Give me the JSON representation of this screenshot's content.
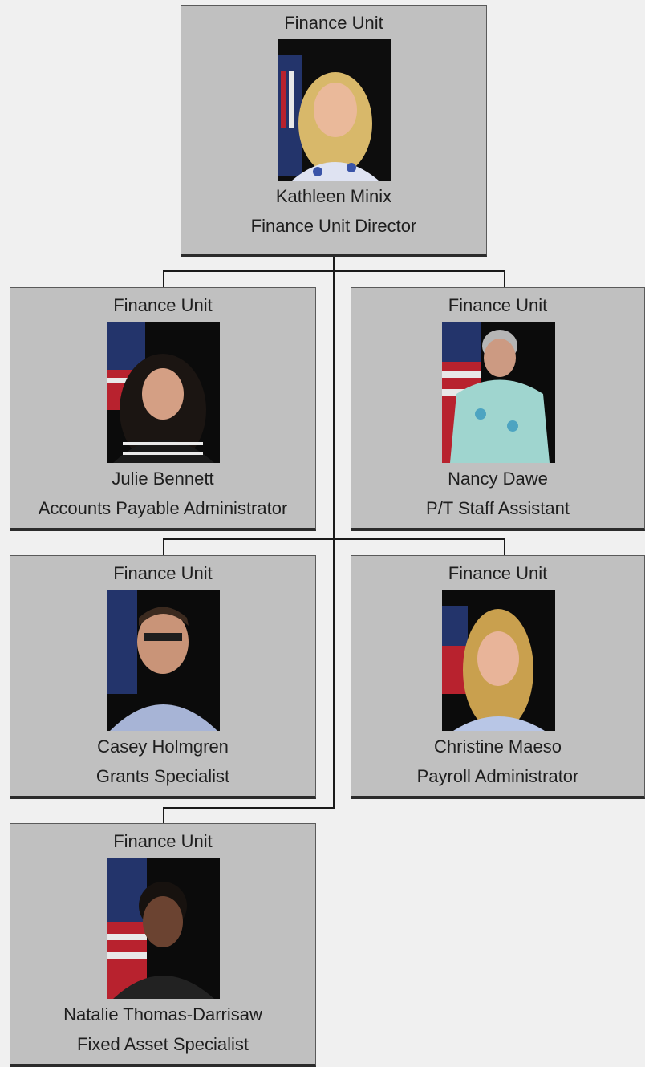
{
  "org_chart": {
    "director": {
      "unit": "Finance Unit",
      "name": "Kathleen Minix",
      "title": "Finance Unit Director",
      "photo": "portrait-kathleen-minix"
    },
    "staff": [
      {
        "unit": "Finance Unit",
        "name": "Julie Bennett",
        "title": "Accounts Payable Administrator",
        "photo": "portrait-julie-bennett"
      },
      {
        "unit": "Finance Unit",
        "name": "Nancy Dawe",
        "title": "P/T Staff Assistant",
        "photo": "portrait-nancy-dawe"
      },
      {
        "unit": "Finance Unit",
        "name": "Casey Holmgren",
        "title": "Grants Specialist",
        "photo": "portrait-casey-holmgren"
      },
      {
        "unit": "Finance Unit",
        "name": "Christine Maeso",
        "title": "Payroll Administrator",
        "photo": "portrait-christine-maeso"
      },
      {
        "unit": "Finance Unit",
        "name": "Natalie Thomas-Darrisaw",
        "title": "Fixed Asset Specialist",
        "photo": "portrait-natalie-thomas-darrisaw"
      }
    ]
  }
}
